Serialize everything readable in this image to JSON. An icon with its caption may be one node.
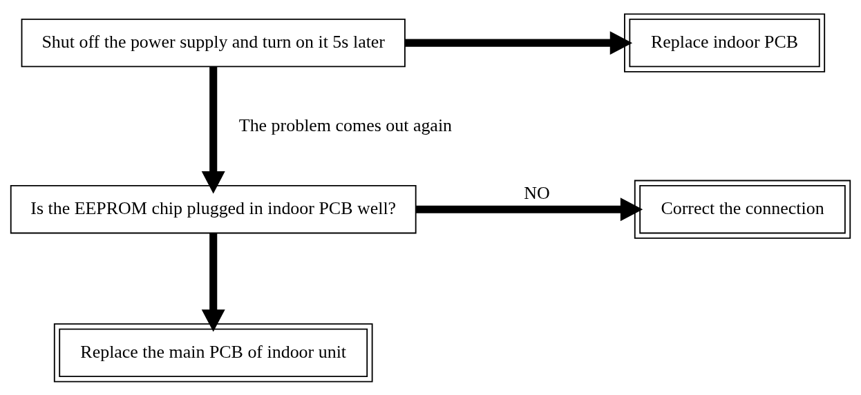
{
  "diagram": {
    "nodes": [
      {
        "text": [
          "Shut off the power supply and turn on it 5s later"
        ]
      },
      {
        "text": [
          "Replace indoor PCB"
        ]
      },
      {
        "text": [
          "Is the EEPROM chip plugged in indoor PCB well?"
        ]
      },
      {
        "text": [
          "Correct the connection"
        ]
      },
      {
        "text": [
          "Replace the main PCB of indoor unit"
        ]
      }
    ],
    "edges": [
      {
        "from": 0,
        "to": 1,
        "arrow": "to"
      },
      {
        "from": 0,
        "to": 2,
        "arrow": "to",
        "label": "The problem comes out again"
      },
      {
        "from": 2,
        "to": 3,
        "arrow": "to",
        "label": "NO"
      },
      {
        "from": 2,
        "to": 4,
        "arrow": "to"
      }
    ]
  }
}
